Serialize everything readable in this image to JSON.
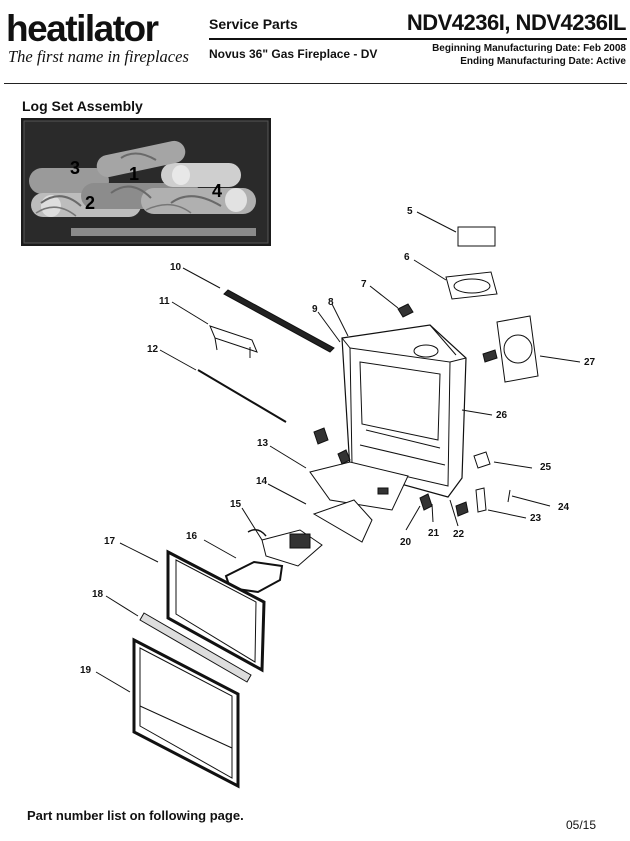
{
  "header": {
    "brand": "heatilator",
    "tagline": "The first name in fireplaces",
    "section": "Service Parts",
    "models": "NDV4236I, NDV4236IL",
    "product": "Novus 36\" Gas Fireplace - DV",
    "begin_date": "Beginning Manufacturing Date: Feb 2008",
    "end_date": "Ending Manufacturing Date: Active"
  },
  "log_set": {
    "title": "Log Set Assembly",
    "numbers": [
      "1",
      "2",
      "3",
      "4"
    ]
  },
  "callouts": [
    "5",
    "6",
    "7",
    "8",
    "9",
    "10",
    "11",
    "12",
    "13",
    "14",
    "15",
    "16",
    "17",
    "18",
    "19",
    "20",
    "21",
    "22",
    "23",
    "24",
    "25",
    "26",
    "27"
  ],
  "footer": {
    "note": "Part number list on following page.",
    "date": "05/15"
  }
}
